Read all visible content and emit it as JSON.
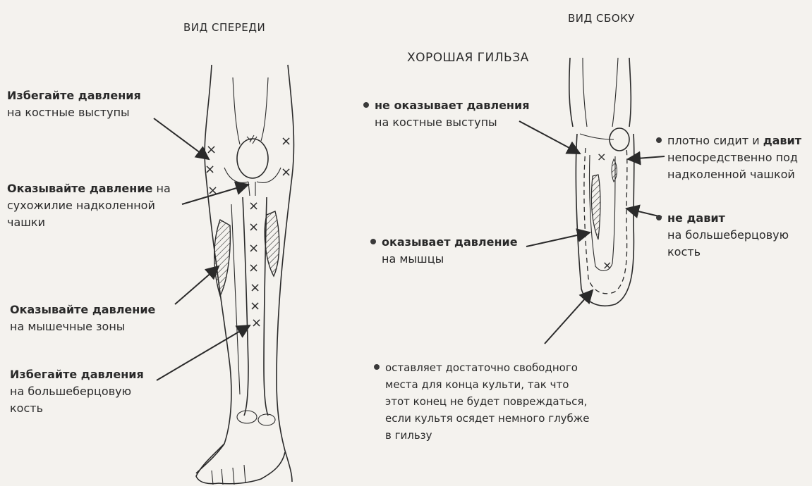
{
  "front": {
    "header": "ВИД СПЕРЕДИ",
    "labels": [
      {
        "bold": "Избегайте давления",
        "rest": "",
        "line2": "на костные выступы",
        "line3": ""
      },
      {
        "bold": "Оказывайте давление",
        "rest": " на",
        "line2": "сухожилие надколенной",
        "line3": "чашки"
      },
      {
        "bold": "Оказывайте давление",
        "rest": "",
        "line2": "на мышечные зоны",
        "line3": ""
      },
      {
        "bold": "Избегайте давления",
        "rest": "",
        "line2": "на большеберцовую",
        "line3": "кость"
      }
    ]
  },
  "side": {
    "header": "ВИД СБОКУ",
    "title": "ХОРОШАЯ ГИЛЬЗА",
    "labels": [
      {
        "bold": "не оказывает давления",
        "line2": "на костные выступы"
      },
      {
        "pre": "плотно сидит и ",
        "bold": "давит",
        "line2": "непосредственно под",
        "line3": "надколенной чашкой"
      },
      {
        "bold": "не давит",
        "line2": "на большеберцовую",
        "line3": "кость"
      },
      {
        "bold": "оказывает давление",
        "line2": "на мышцы"
      },
      {
        "text": "оставляет достаточно свободного",
        "line2": "места для конца культи, так что",
        "line3": "этот конец не будет повреждаться,",
        "line4": "если культя осядет немного глубже",
        "line5": "в гильзу"
      }
    ]
  }
}
